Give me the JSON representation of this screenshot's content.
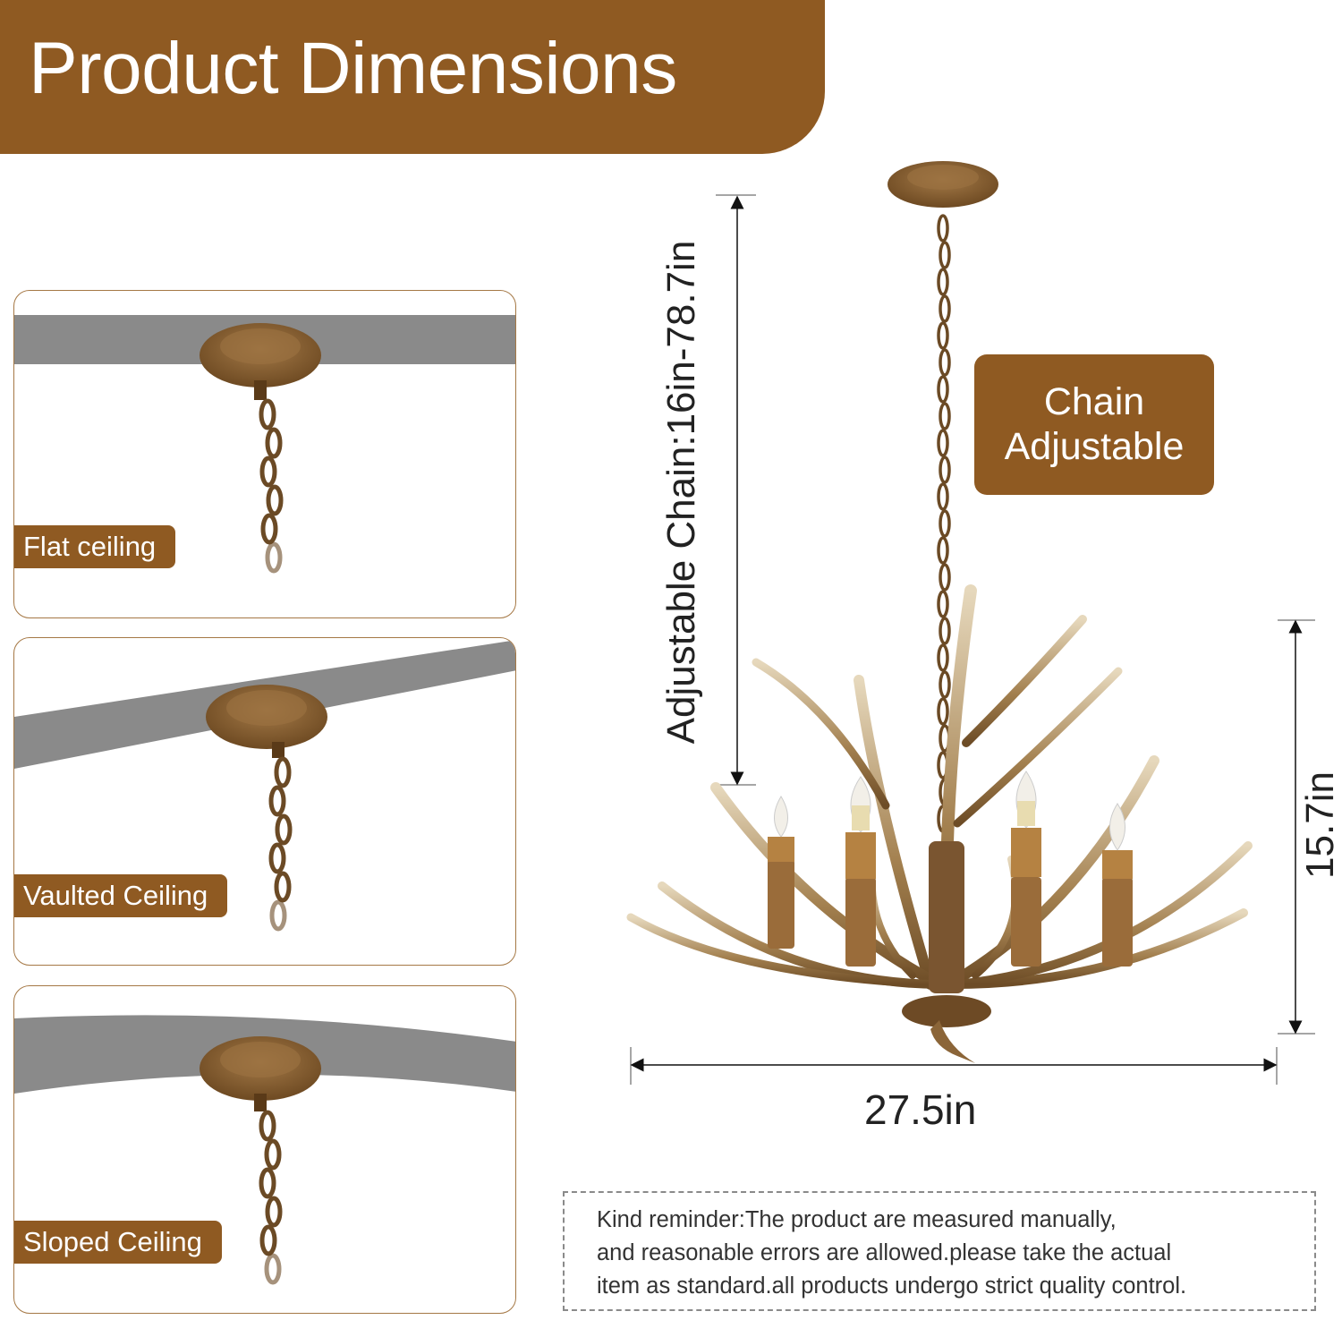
{
  "header": {
    "title": "Product Dimensions"
  },
  "panels": [
    {
      "label": "Flat ceiling"
    },
    {
      "label": "Vaulted Ceiling"
    },
    {
      "label": "Sloped Ceiling"
    }
  ],
  "dimensions": {
    "chain": "Adjustable Chain:16in-78.7in",
    "height": "15.7in",
    "width": "27.5in"
  },
  "badge": {
    "line1": "Chain",
    "line2": "Adjustable"
  },
  "reminder": {
    "line1": "Kind reminder:The product are measured manually,",
    "line2": "and reasonable errors are allowed.please take the actual",
    "line3": "item as standard.all products undergo strict quality control."
  },
  "colors": {
    "brand_brown": "#8f5a22",
    "ceiling_gray": "#8a8a8a",
    "antler": "#b08f5e"
  }
}
